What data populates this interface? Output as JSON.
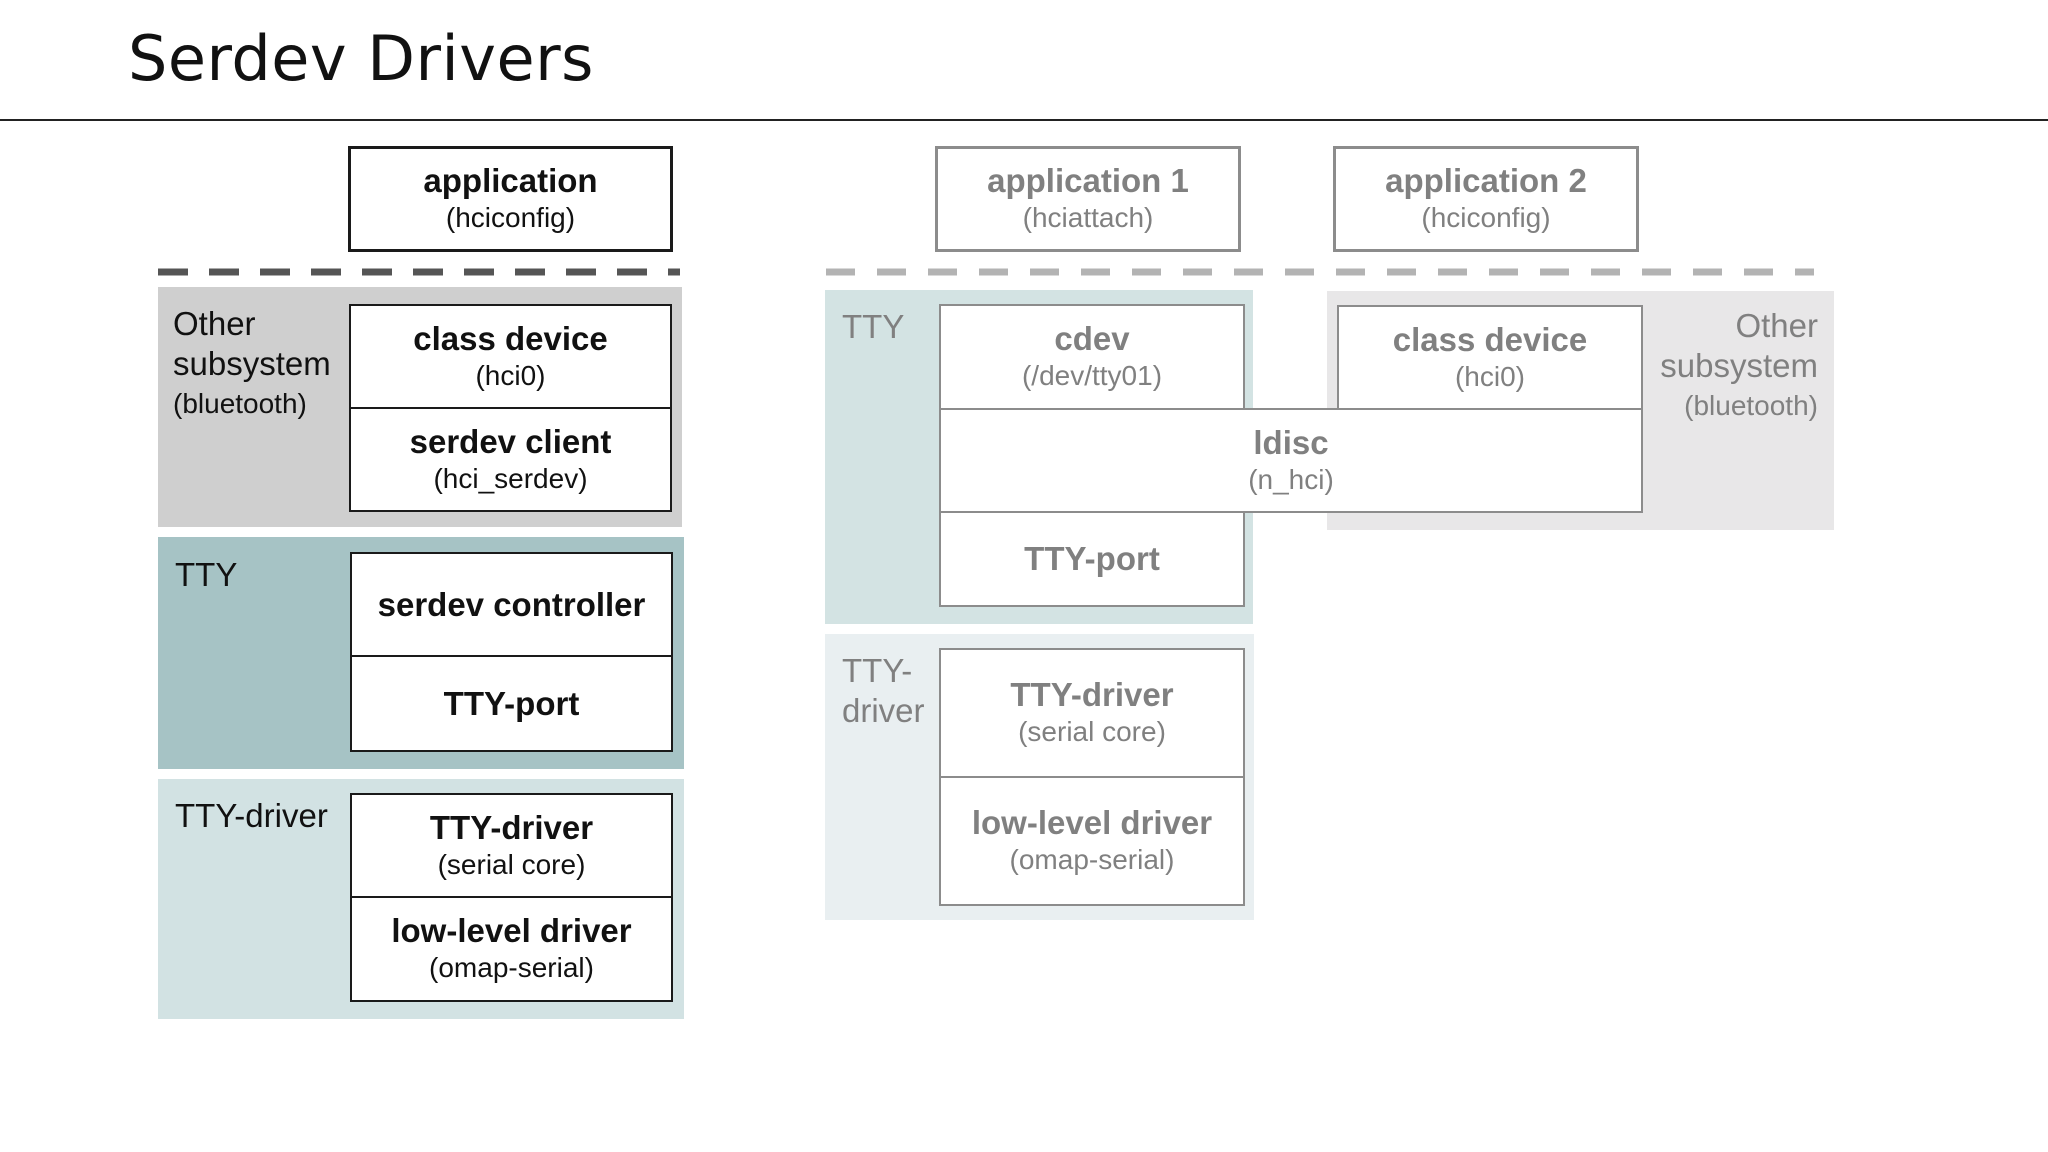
{
  "title": "Serdev Drivers",
  "colors": {
    "left_other": "#cfcfcf",
    "left_tty": "#a6c3c5",
    "left_ttydriver": "#d2e2e3",
    "right_tty": "#d3e3e3",
    "right_other": "#e8e7e8",
    "right_ttydriver": "#e9eff1"
  },
  "left": {
    "app": {
      "main": "application",
      "sub": "(hciconfig)"
    },
    "other_label": [
      "Other",
      "subsystem"
    ],
    "other_sub": "(bluetooth)",
    "class_device": {
      "main": "class device",
      "sub": "(hci0)"
    },
    "serdev_client": {
      "main": "serdev client",
      "sub": "(hci_serdev)"
    },
    "tty_label": "TTY",
    "serdev_controller": {
      "main": "serdev controller"
    },
    "tty_port": {
      "main": "TTY-port"
    },
    "ttydriver_label": "TTY-driver",
    "tty_driver": {
      "main": "TTY-driver",
      "sub": "(serial core)"
    },
    "low_level": {
      "main": "low-level driver",
      "sub": "(omap-serial)"
    }
  },
  "right": {
    "app1": {
      "main": "application 1",
      "sub": "(hciattach)"
    },
    "app2": {
      "main": "application 2",
      "sub": "(hciconfig)"
    },
    "tty_label": "TTY",
    "cdev": {
      "main": "cdev",
      "sub": "(/dev/tty01)"
    },
    "class_device": {
      "main": "class device",
      "sub": "(hci0)"
    },
    "other_label": [
      "Other",
      "subsystem"
    ],
    "other_sub": "(bluetooth)",
    "ldisc": {
      "main": "ldisc",
      "sub": "(n_hci)"
    },
    "tty_port": {
      "main": "TTY-port"
    },
    "ttydriver_label": [
      "TTY-",
      "driver"
    ],
    "tty_driver": {
      "main": "TTY-driver",
      "sub": "(serial core)"
    },
    "low_level": {
      "main": "low-level driver",
      "sub": "(omap-serial)"
    }
  }
}
